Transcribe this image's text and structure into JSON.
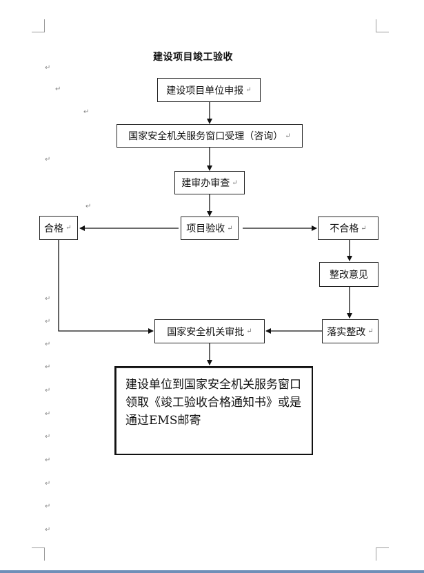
{
  "document": {
    "title": "建设项目竣工验收",
    "paragraph_mark": "↵",
    "boxes": {
      "apply": "建设项目单位申报",
      "accept": "国家安全机关服务窗口受理（咨询）",
      "review": "建审办审查",
      "inspect": "项目验收",
      "pass": "合格",
      "fail": "不合格",
      "opinion": "整改意见",
      "implement": "落实整改",
      "approve": "国家安全机关审批",
      "final": "建设单位到国家安全机关服务窗口领取《竣工验收合格通知书》或是通过EMS邮寄"
    }
  }
}
